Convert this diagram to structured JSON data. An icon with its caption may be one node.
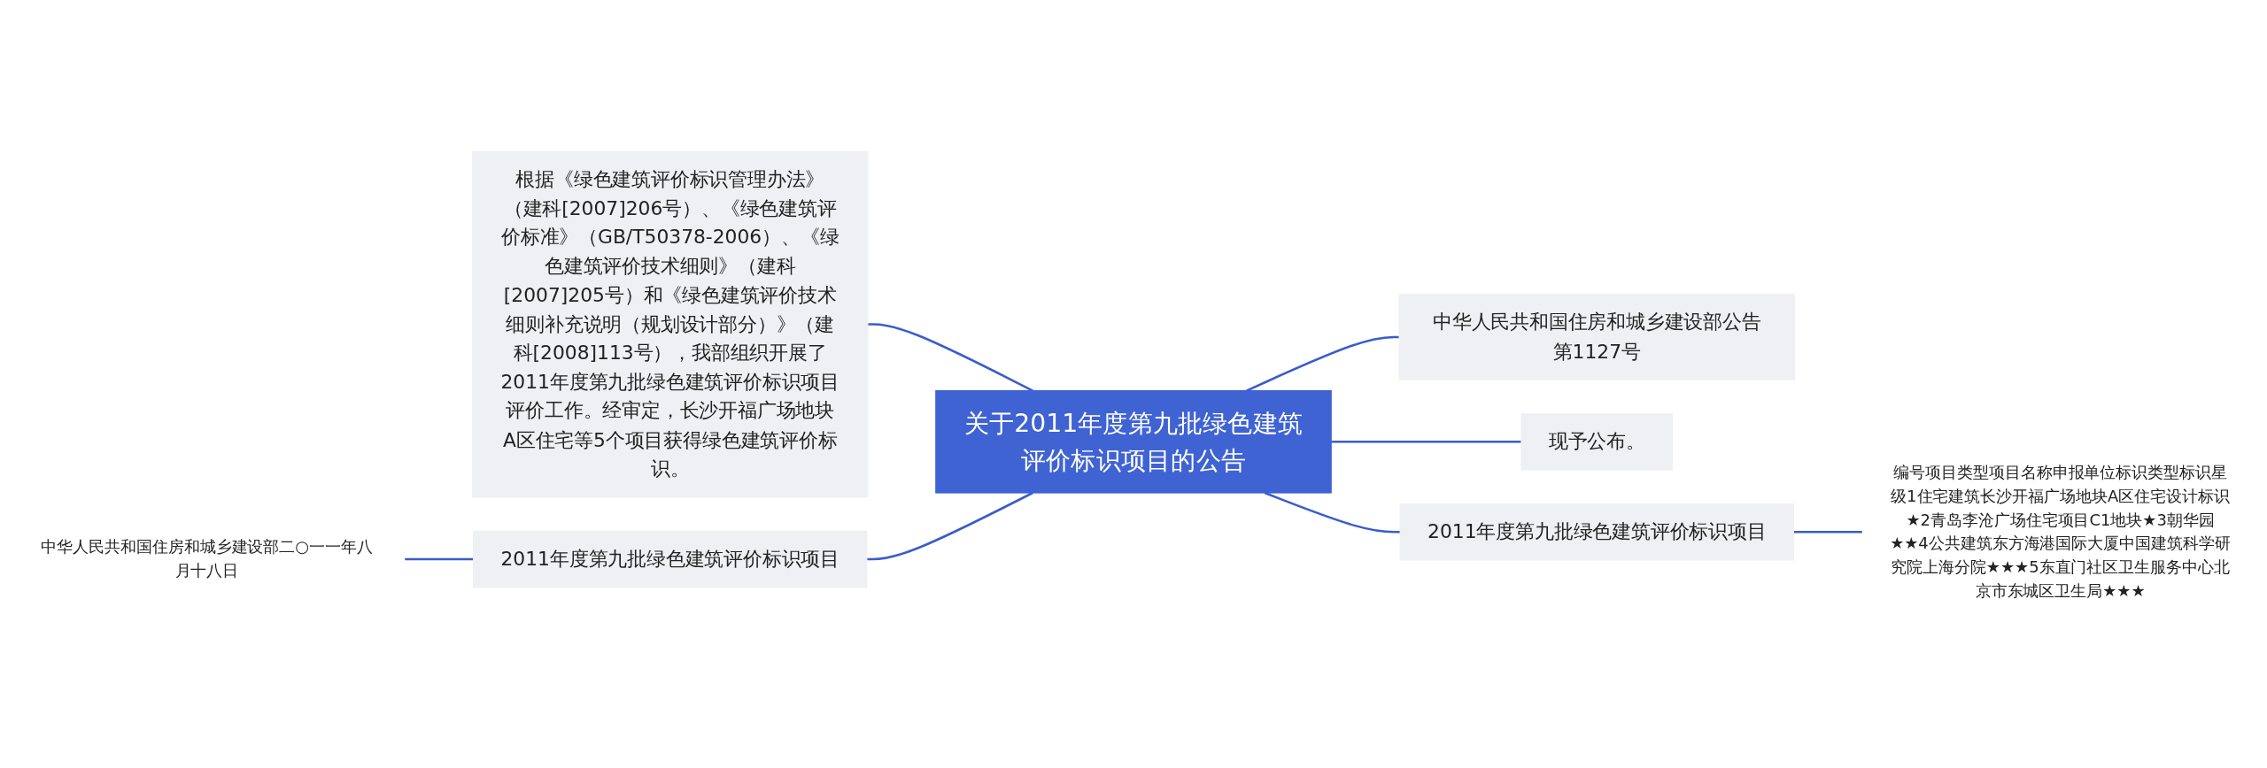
{
  "diagram": {
    "nodes": [
      {
        "text": [
          "关于2011年度第九批绿色建筑评价标识项目的公告"
        ]
      },
      {
        "text": [
          "根据《绿色建筑评价标识管理办法》（建科[2007]206号）、《绿色建筑评价标准》（GB/T50378-2006）、《绿色建筑评价技术细则》（建科[2007]205号）和《绿色建筑评价技术细则补充说明（规划设计部分）》（建科[2008]113号），我部组织开展了2011年度第九批绿色建筑评价标识项目评价工作。经审定，长沙开福广场地块A区住宅等5个项目获得绿色建筑评价标识。"
        ]
      },
      {
        "text": [
          "2011年度第九批绿色建筑评价标识项目"
        ]
      },
      {
        "text": [
          "中华人民共和国住房和城乡建设部二○一一年八月十八日"
        ]
      },
      {
        "text": [
          "中华人民共和国住房和城乡建设部公告第1127号"
        ]
      },
      {
        "text": [
          "现予公布。"
        ]
      },
      {
        "text": [
          "2011年度第九批绿色建筑评价标识项目"
        ]
      },
      {
        "text": [
          "编号项目类型项目名称申报单位标识类型标识星级1住宅建筑长沙开福广场地块A区住宅设计标识★2青岛李沧广场住宅项目C1地块★3朝华园★★4公共建筑东方海港国际大厦中国建筑科学研究院上海分院★★★5东直门社区卫生服务中心北京市东城区卫生局★★★"
        ]
      }
    ],
    "edges": [
      {
        "from": 1,
        "to": 0,
        "arrow": "none"
      },
      {
        "from": 2,
        "to": 0,
        "arrow": "none"
      },
      {
        "from": 3,
        "to": 2,
        "arrow": "none"
      },
      {
        "from": 0,
        "to": 4,
        "arrow": "none"
      },
      {
        "from": 0,
        "to": 5,
        "arrow": "none"
      },
      {
        "from": 0,
        "to": 6,
        "arrow": "none"
      },
      {
        "from": 6,
        "to": 7,
        "arrow": "none"
      }
    ]
  }
}
